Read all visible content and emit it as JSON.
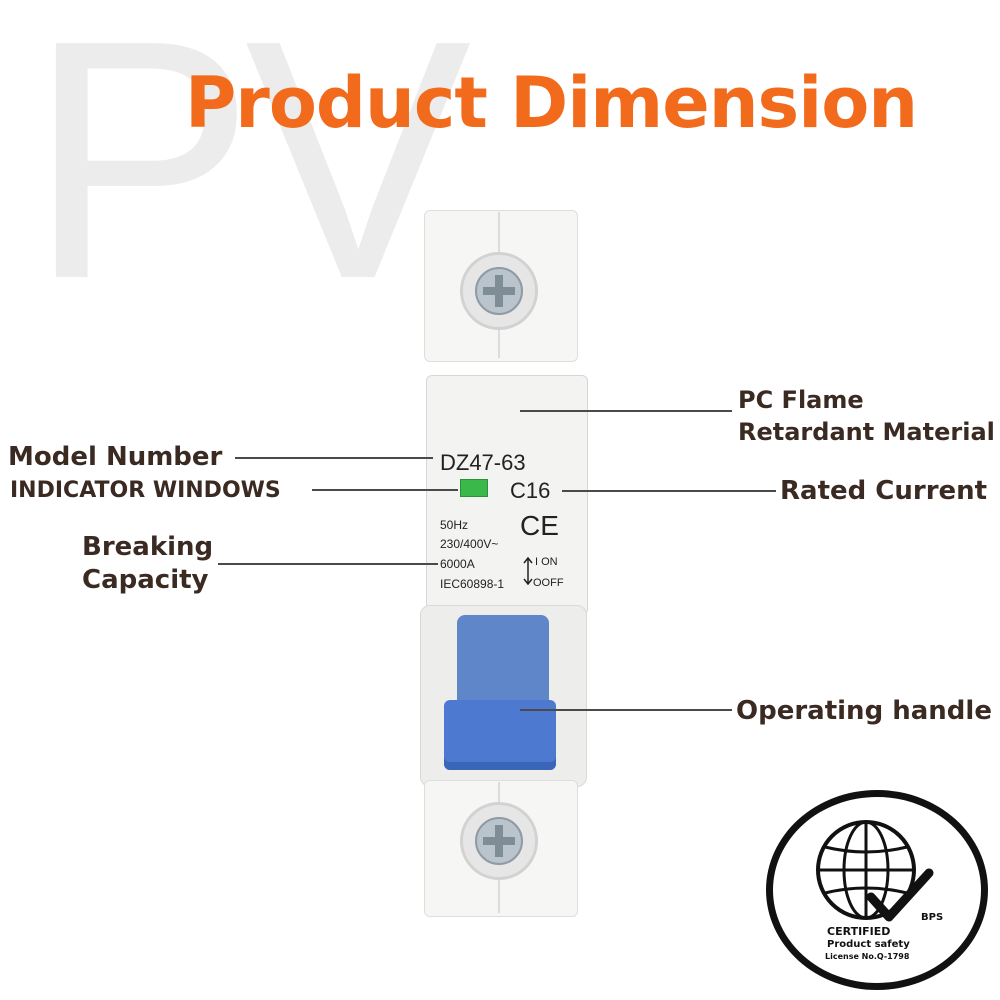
{
  "watermark": "PV",
  "title": "Product Dimension",
  "callouts": {
    "material": [
      "PC Flame",
      "Retardant Material"
    ],
    "model_number": "Model Number",
    "indicator_windows": "INDICATOR WINDOWS",
    "rated_current": "Rated Current",
    "breaking_capacity": [
      "Breaking",
      "Capacity"
    ],
    "operating_handle": "Operating handle"
  },
  "breaker_print": {
    "model": "DZ47-63",
    "rating": "C16",
    "ce_mark": "CE",
    "frequency": "50Hz",
    "voltage": "230/400V~",
    "breaking": "6000A",
    "standard": "IEC60898-1",
    "on_label": "I ON",
    "off_label": "OOFF"
  },
  "certification": {
    "brand": "BPS",
    "line1": "CERTIFIED",
    "line2": "Product safety",
    "line3": "License No.Q-1798"
  },
  "colors": {
    "title": "#f26a1b",
    "handle": "#4d7ad0",
    "indicator": "#3bb84a"
  }
}
